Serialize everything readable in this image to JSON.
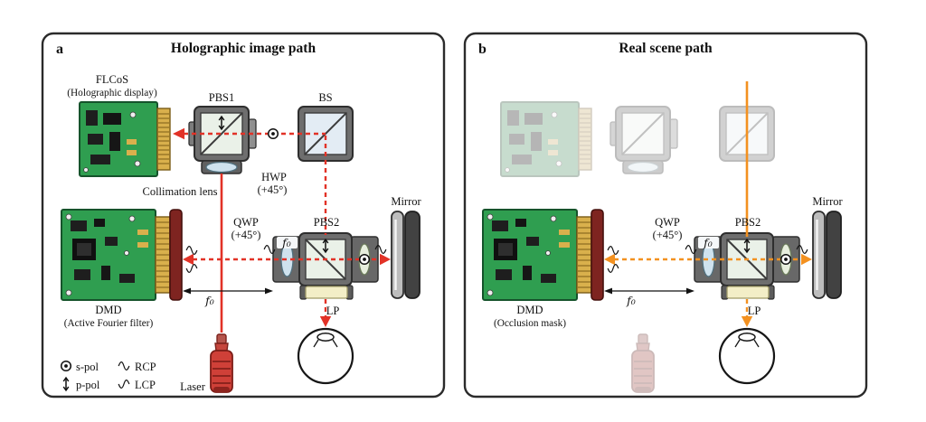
{
  "figure": {
    "colors": {
      "holographic_beam": "#e23227",
      "real_scene_beam": "#f39120",
      "pcb_green": "#2f9e50",
      "gold_connector": "#d9b04c",
      "lp_yellow": "#f3eec7",
      "lens_blue_label": "#2150c8"
    },
    "panel_a": {
      "tag": "a",
      "title": "Holographic image path",
      "labels": {
        "flcos": "FLCoS",
        "flcos_sub": "(Holographic display)",
        "pbs1": "PBS1",
        "bs": "BS",
        "hwp": "HWP",
        "hwp_angle": "(+45°)",
        "collimation_lens": "Collimation lens",
        "qwp": "QWP",
        "qwp_angle": "(+45°)",
        "pbs2": "PBS2",
        "mirror": "Mirror",
        "dmd": "DMD",
        "dmd_sub": "(Active Fourier filter)",
        "f0_focal": "f₀",
        "f0_lens": "f₀",
        "lp": "LP",
        "laser": "Laser"
      },
      "legend": {
        "s_pol": "s-pol",
        "p_pol": "p-pol",
        "rcp": "RCP",
        "lcp": "LCP"
      }
    },
    "panel_b": {
      "tag": "b",
      "title": "Real scene path",
      "labels": {
        "qwp": "QWP",
        "qwp_angle": "(+45°)",
        "pbs2": "PBS2",
        "mirror": "Mirror",
        "dmd": "DMD",
        "dmd_sub": "(Occlusion mask)",
        "f0_focal": "f₀",
        "f0_lens": "f₀",
        "lp": "LP"
      }
    }
  }
}
